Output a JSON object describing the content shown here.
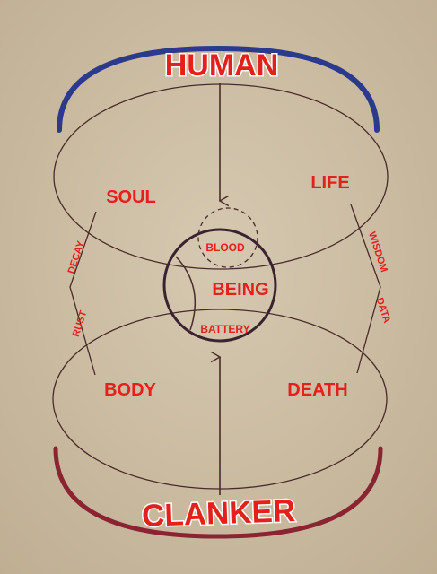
{
  "diagram": {
    "title_top": "HUMAN",
    "title_bottom": "CLANKER",
    "nodes": {
      "soul": "SOUL",
      "life": "LIFE",
      "body": "BODY",
      "death": "DEATH",
      "blood": "BLOOD",
      "being": "BEING",
      "battery": "BATTERY"
    },
    "edge_labels": {
      "decay": "DECAY",
      "rust": "RUST",
      "wisdom": "WISDOM",
      "data": "DATA"
    }
  },
  "colors": {
    "background": "#cdbfa6",
    "text": "#e3201b",
    "human_arc": "#2b3a8c",
    "clanker_arc": "#8a2432",
    "lines": "#4a2a2a"
  }
}
